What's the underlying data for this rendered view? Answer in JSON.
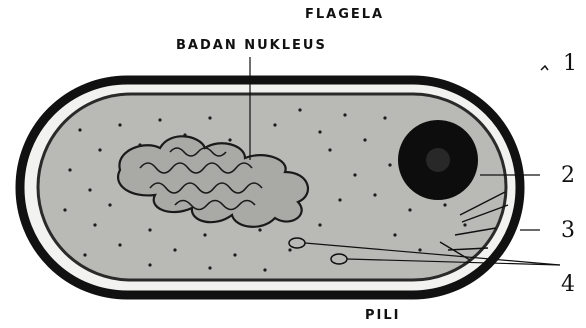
{
  "labels": {
    "flagela": "FLAGELA",
    "badan_nukleus": "BADAN NUKLEUS",
    "pili": "PILI",
    "n1": "1",
    "n2": "2",
    "n3": "3",
    "n4": "4"
  },
  "colors": {
    "outline": "#111111",
    "cytoplasm": "#b9bab5",
    "dot": "#1c1c1c"
  }
}
